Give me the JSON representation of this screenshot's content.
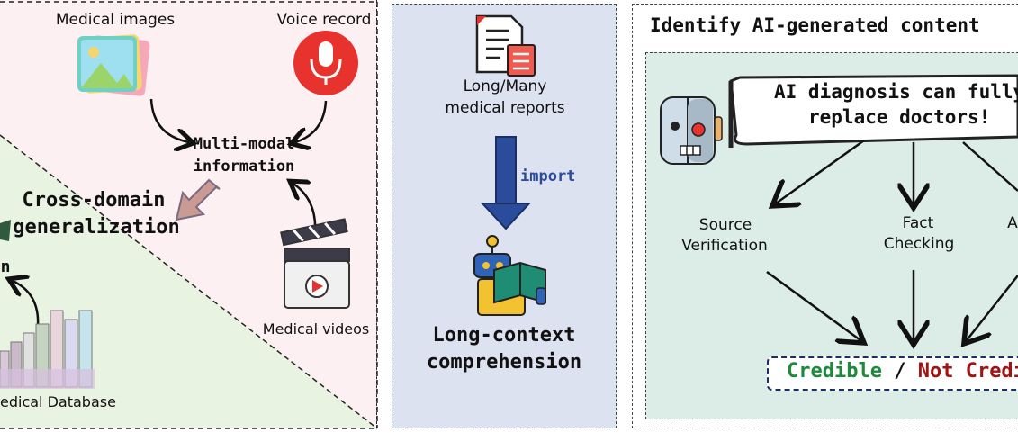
{
  "left_panel": {
    "medical_images_label": "Medical images",
    "voice_record_label": "Voice record",
    "multimodal_label_line1": "Multi-modal",
    "multimodal_label_line2": "information",
    "cross_domain_line1": "Cross-domain",
    "cross_domain_line2": "generalization",
    "medical_videos_label": "Medical videos",
    "medical_database_label": "edical Database",
    "partial_label": "n"
  },
  "middle_panel": {
    "reports_line1": "Long/Many",
    "reports_line2": "medical reports",
    "import_label": "import",
    "comprehension_line1": "Long-context",
    "comprehension_line2": "comprehension"
  },
  "right_panel": {
    "title": "Identify AI-generated content",
    "claim_line1": "AI diagnosis can fully",
    "claim_line2": "replace doctors!",
    "check_source_line1": "Source",
    "check_source_line2": "Verification",
    "check_fact_line1": "Fact",
    "check_fact_line2": "Checking",
    "check_partial": "A",
    "result_credible": "Credible",
    "result_separator": "/",
    "result_not_credible": "Not Credi",
    "colors": {
      "credible": "#1e8a3c",
      "not_credible": "#a01414"
    }
  }
}
